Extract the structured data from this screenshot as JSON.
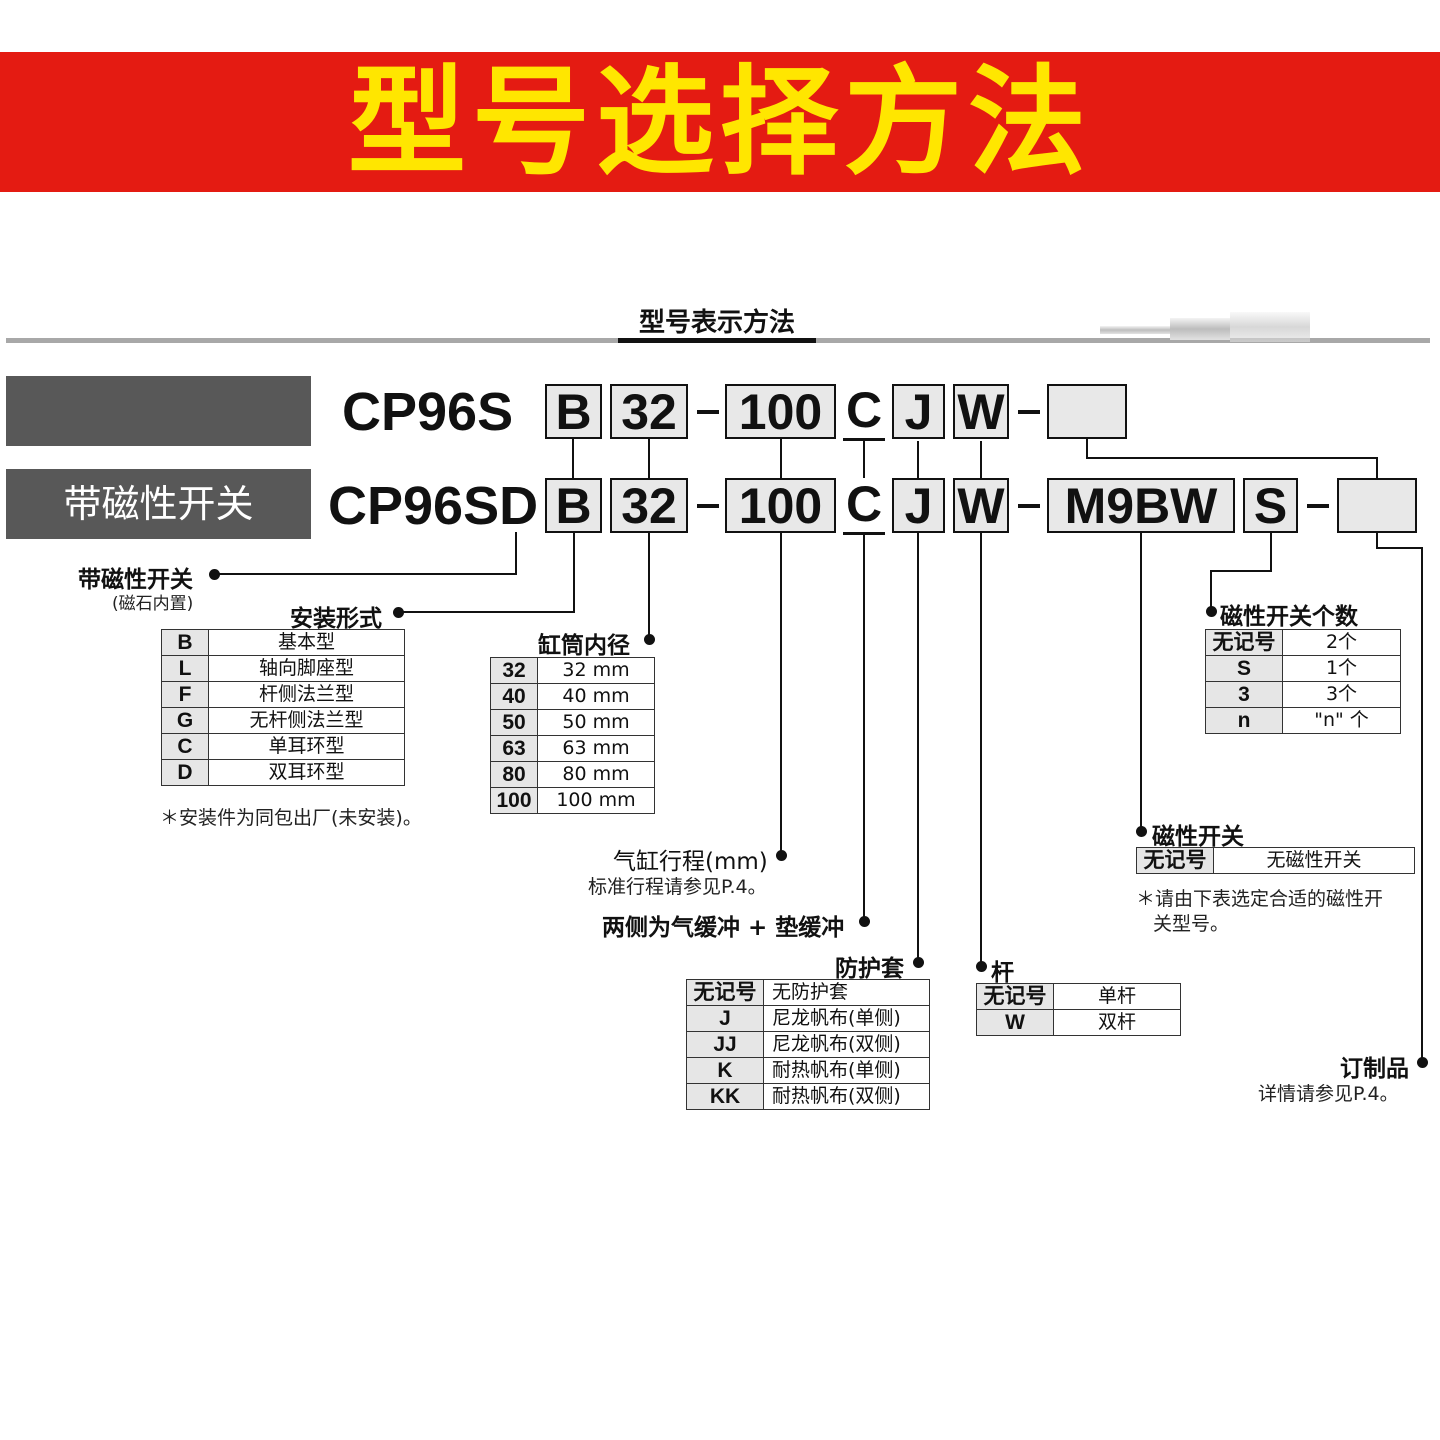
{
  "banner": {
    "title": "型号选择方法",
    "bg_color": "#e41b12",
    "text_color": "#ffe600"
  },
  "section_title": "型号表示方法",
  "rows": {
    "row1": {
      "label": "",
      "prefix": "CP96S",
      "mount": "B",
      "bore": "32",
      "stroke": "100",
      "cushion": "C",
      "boot": "J",
      "rod": "W"
    },
    "row2": {
      "label": "带磁性开关",
      "prefix": "CP96SD",
      "mount": "B",
      "bore": "32",
      "stroke": "100",
      "cushion": "C",
      "boot": "J",
      "rod": "W",
      "switch": "M9BW",
      "count": "S"
    }
  },
  "magnet": {
    "title": "带磁性开关",
    "note": "(磁石内置)"
  },
  "mounting": {
    "title": "安装形式",
    "rows": [
      {
        "code": "B",
        "desc": "基本型"
      },
      {
        "code": "L",
        "desc": "轴向脚座型"
      },
      {
        "code": "F",
        "desc": "杆侧法兰型"
      },
      {
        "code": "G",
        "desc": "无杆侧法兰型"
      },
      {
        "code": "C",
        "desc": "单耳环型"
      },
      {
        "code": "D",
        "desc": "双耳环型"
      }
    ],
    "note": "＊安装件为同包出厂(未安装)。"
  },
  "bore": {
    "title": "缸筒内径",
    "rows": [
      {
        "code": "32",
        "desc": "32 mm"
      },
      {
        "code": "40",
        "desc": "40 mm"
      },
      {
        "code": "50",
        "desc": "50 mm"
      },
      {
        "code": "63",
        "desc": "63 mm"
      },
      {
        "code": "80",
        "desc": "80 mm"
      },
      {
        "code": "100",
        "desc": "100 mm"
      }
    ]
  },
  "stroke": {
    "title": "气缸行程(mm)",
    "note": "标准行程请参见P.4。"
  },
  "cushion": {
    "title": "两侧为气缓冲 + 垫缓冲"
  },
  "boot": {
    "title": "防护套",
    "rows": [
      {
        "code": "无记号",
        "desc": "无防护套"
      },
      {
        "code": "J",
        "desc": "尼龙帆布(单侧)"
      },
      {
        "code": "JJ",
        "desc": "尼龙帆布(双侧)"
      },
      {
        "code": "K",
        "desc": "耐热帆布(单侧)"
      },
      {
        "code": "KK",
        "desc": "耐热帆布(双侧)"
      }
    ]
  },
  "rod": {
    "title": "杆",
    "rows": [
      {
        "code": "无记号",
        "desc": "单杆"
      },
      {
        "code": "W",
        "desc": "双杆"
      }
    ]
  },
  "switch_count": {
    "title": "磁性开关个数",
    "rows": [
      {
        "code": "无记号",
        "desc": "2个"
      },
      {
        "code": "S",
        "desc": "1个"
      },
      {
        "code": "3",
        "desc": "3个"
      },
      {
        "code": "n",
        "desc": "\"n\" 个"
      }
    ]
  },
  "switch": {
    "title": "磁性开关",
    "rows": [
      {
        "code": "无记号",
        "desc": "无磁性开关"
      }
    ],
    "note_line1": "＊请由下表选定合适的磁性开",
    "note_line2": "关型号。"
  },
  "custom": {
    "title": "订制品",
    "note": "详情请参见P.4。"
  }
}
